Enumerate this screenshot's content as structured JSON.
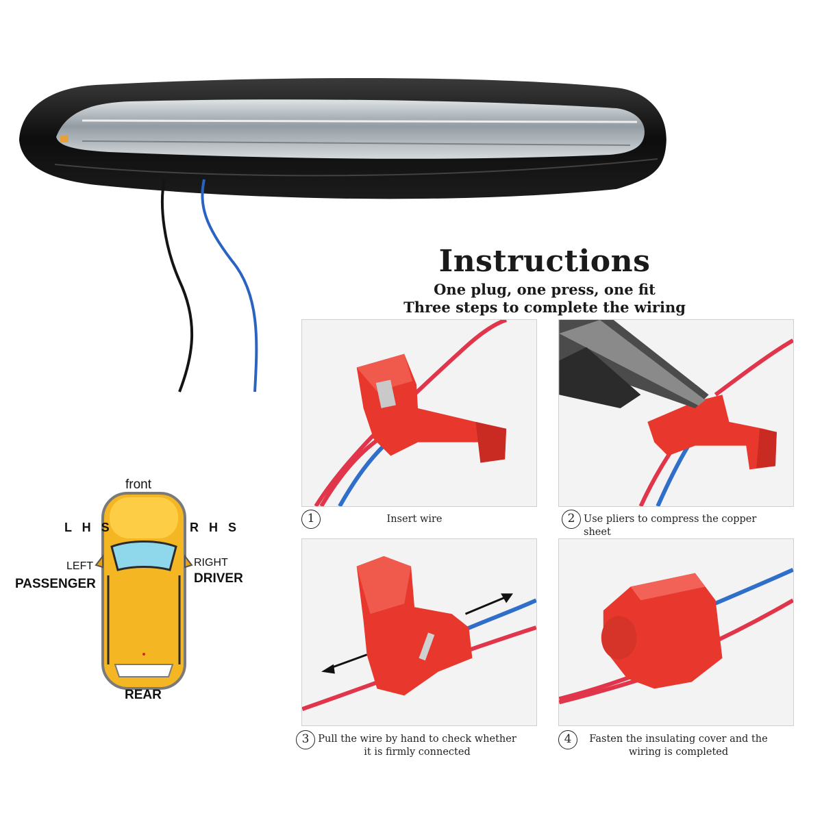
{
  "instructions": {
    "title": "Instructions",
    "subtitle_line1": "One plug, one press, one fit",
    "subtitle_line2": "Three steps to complete the wiring"
  },
  "steps": [
    {
      "number": "1",
      "caption_line1": "Insert wire",
      "caption_line2": ""
    },
    {
      "number": "2",
      "caption_line1": "Use pliers to compress the copper sheet",
      "caption_line2": ""
    },
    {
      "number": "3",
      "caption_line1": "Pull the wire by hand to check whether",
      "caption_line2": "it is firmly connected"
    },
    {
      "number": "4",
      "caption_line1": "Fasten the insulating cover and the",
      "caption_line2": "wiring is completed"
    }
  ],
  "car_diagram": {
    "front": "front",
    "lhs": "L H S",
    "rhs": "R H S",
    "left": "LEFT",
    "passenger": "PASSENGER",
    "right": "RIGHT",
    "driver": "DRIVER",
    "rear": "REAR"
  },
  "colors": {
    "connector_red": "#e8382e",
    "wire_red": "#e0354a",
    "wire_blue": "#2f6fc9",
    "car_yellow": "#f5b623"
  }
}
